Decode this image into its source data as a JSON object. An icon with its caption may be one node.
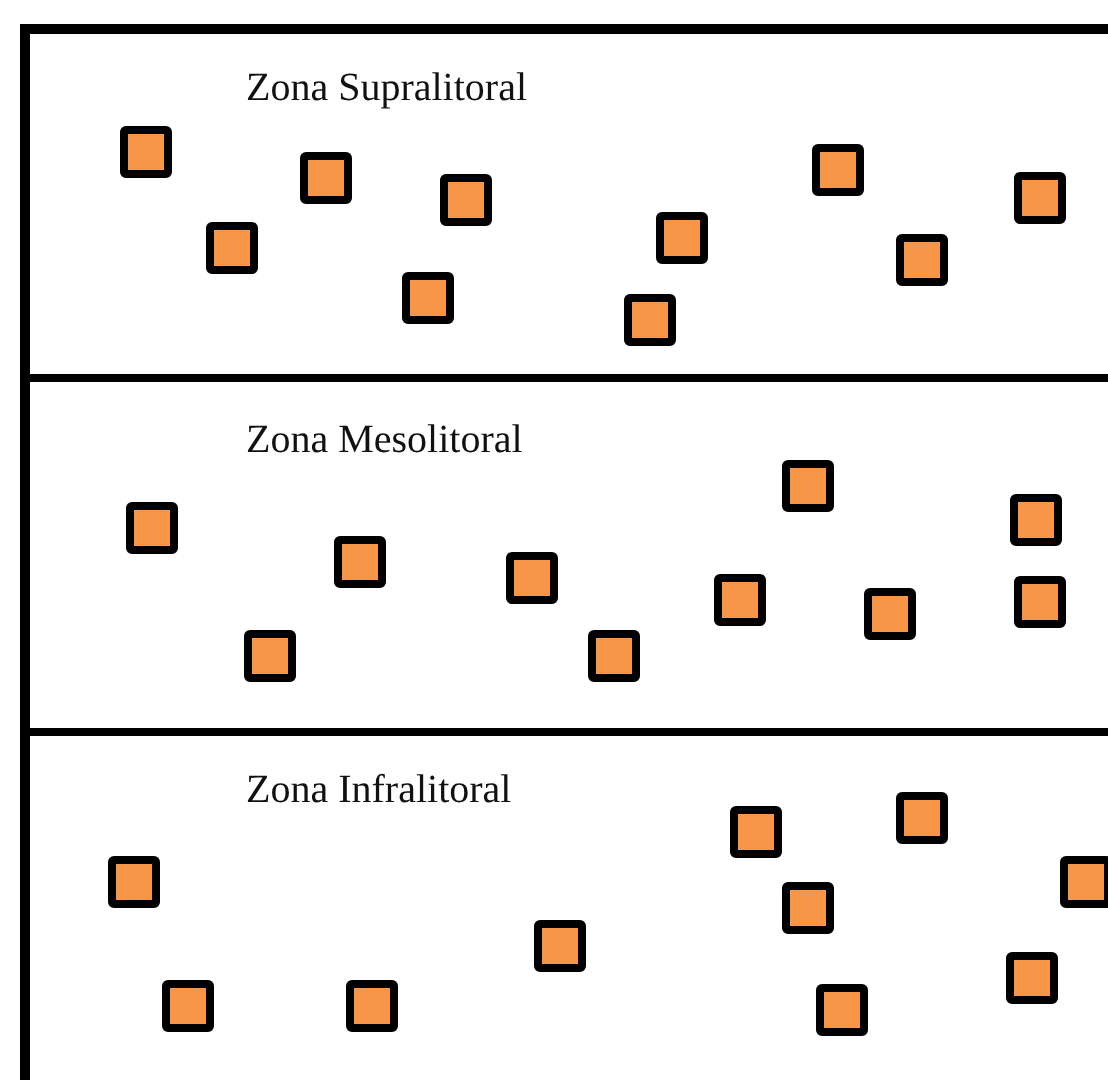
{
  "diagram": {
    "nodes": [
      {
        "text": [
          "Zona Supralitoral"
        ]
      },
      {
        "text": [
          "Zona Mesolitoral"
        ]
      },
      {
        "text": [
          "Zona Infralitoral"
        ]
      }
    ]
  }
}
